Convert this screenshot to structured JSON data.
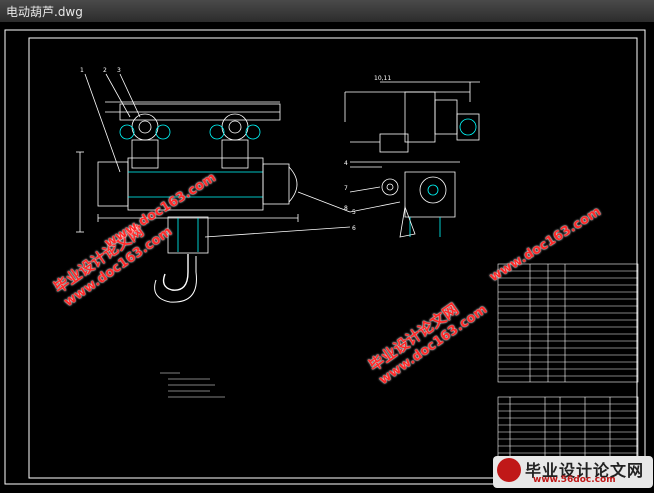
{
  "window": {
    "title": "电动葫芦.dwg"
  },
  "watermarks": {
    "text_cn": "毕业设计论文网",
    "text_url": "www.doc163.com"
  },
  "corner_logo": {
    "text_cn": "毕业设计论文网",
    "text_url": "www.56doc.com"
  },
  "colors": {
    "background": "#000000",
    "frame": "#ffffff",
    "drawing": "#ffffff",
    "accent": "#00ffff",
    "watermark": "#ff2a2a"
  }
}
